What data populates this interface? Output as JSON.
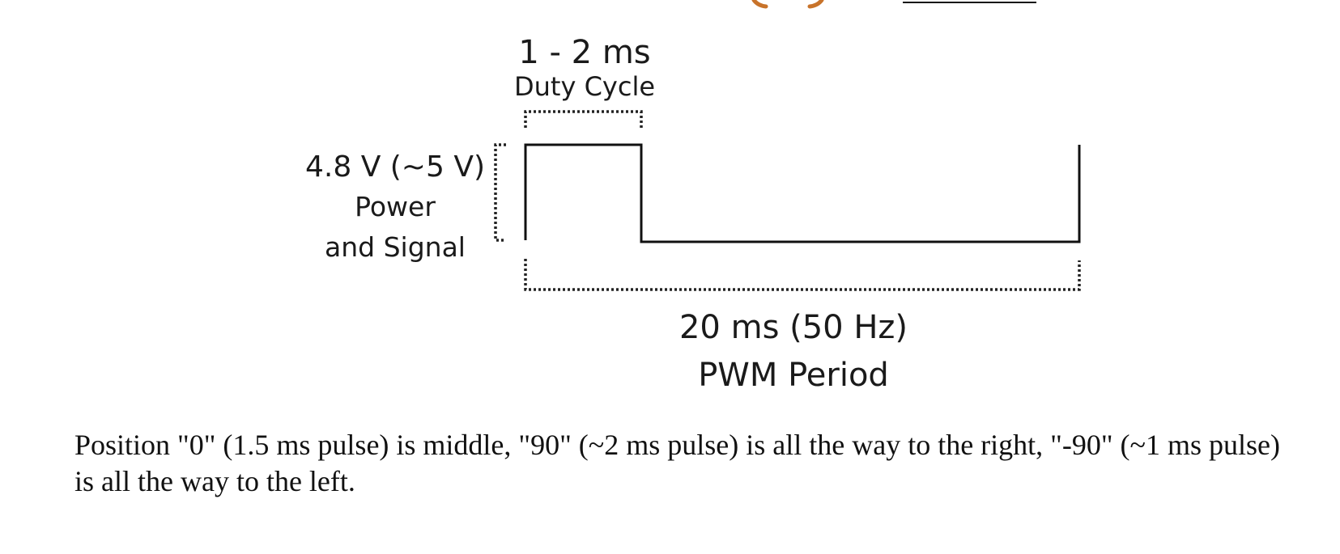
{
  "diagram": {
    "duty_cycle_value": "1 - 2 ms",
    "duty_cycle_label": "Duty Cycle",
    "voltage_value": "4.8 V (~5 V)",
    "voltage_label_line1": "Power",
    "voltage_label_line2": "and Signal",
    "period_value": "20 ms (50 Hz)",
    "period_label": "PWM Period",
    "line_color": "#111111",
    "bracket_color": "#222222",
    "cropped_top_accent_color": "#c8732a"
  },
  "caption": {
    "text": "Position \"0\" (1.5 ms pulse) is middle, \"90\" (~2 ms pulse) is all the way to the right, \"-90\" (~1 ms pulse) is all the way to the left."
  }
}
